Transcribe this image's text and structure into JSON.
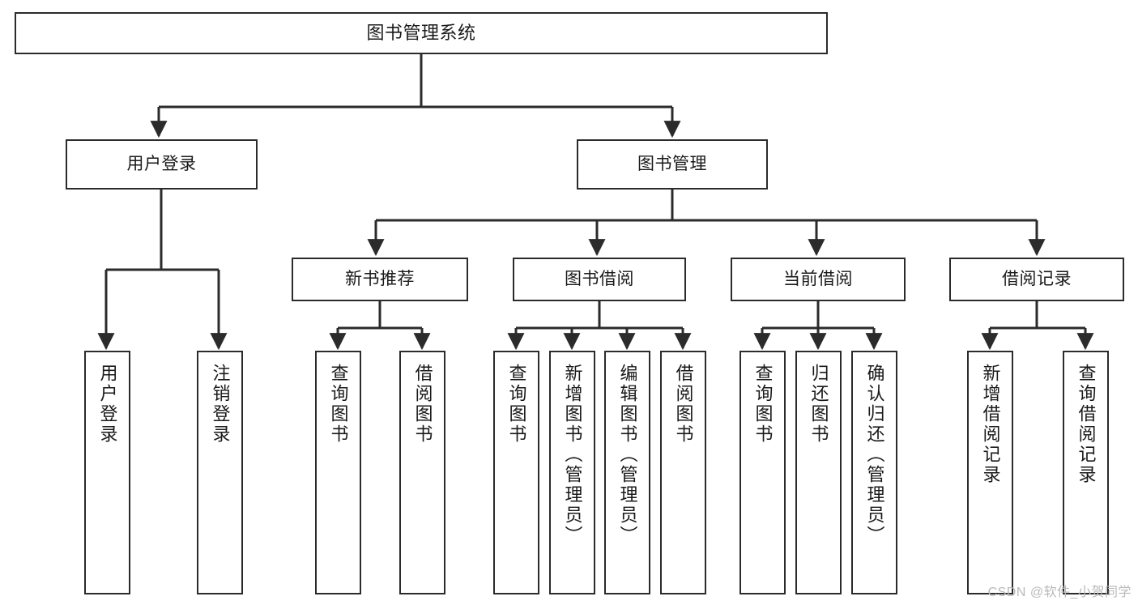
{
  "diagram": {
    "title": "图书管理系统",
    "orientation": "top-down-tree",
    "background_color": "#ffffff",
    "node_border_color": "#2b2b2b",
    "edge_color": "#2b2b2b",
    "text_color": "#1a1a1a",
    "levels": {
      "root": [
        "图书管理系统"
      ],
      "level_2": [
        "用户登录",
        "图书管理"
      ],
      "level_3": [
        "新书推荐",
        "图书借阅",
        "当前借阅",
        "借阅记录"
      ],
      "leaves": [
        "用户登录",
        "注销登录",
        "查询图书",
        "借阅图书",
        "查询图书",
        "新增图书（管理员）",
        "编辑图书（管理员）",
        "借阅图书",
        "查询图书",
        "归还图书",
        "确认归还（管理员）",
        "新增借阅记录",
        "查询借阅记录"
      ]
    },
    "nodes": {
      "root": {
        "label": "图书管理系统"
      },
      "user_login": {
        "label": "用户登录"
      },
      "book_manage": {
        "label": "图书管理"
      },
      "new_book_rec": {
        "label": "新书推荐"
      },
      "book_borrow": {
        "label": "图书借阅"
      },
      "current_borrow": {
        "label": "当前借阅"
      },
      "borrow_record": {
        "label": "借阅记录"
      },
      "leaf_user_login": {
        "label": "用户登录"
      },
      "leaf_logout": {
        "label": "注销登录"
      },
      "leaf_query_book_1": {
        "label": "查询图书"
      },
      "leaf_borrow_book_1": {
        "label": "借阅图书"
      },
      "leaf_query_book_2": {
        "label": "查询图书"
      },
      "leaf_add_book": {
        "label": "新增图书（管理员）"
      },
      "leaf_edit_book": {
        "label": "编辑图书（管理员）"
      },
      "leaf_borrow_book_2": {
        "label": "借阅图书"
      },
      "leaf_query_book_3": {
        "label": "查询图书"
      },
      "leaf_return_book": {
        "label": "归还图书"
      },
      "leaf_confirm_return": {
        "label": "确认归还（管理员）"
      },
      "leaf_add_record": {
        "label": "新增借阅记录"
      },
      "leaf_query_record": {
        "label": "查询借阅记录"
      }
    },
    "edges": [
      {
        "from": "root",
        "to": "user_login"
      },
      {
        "from": "root",
        "to": "book_manage"
      },
      {
        "from": "user_login",
        "to": "leaf_user_login"
      },
      {
        "from": "user_login",
        "to": "leaf_logout"
      },
      {
        "from": "book_manage",
        "to": "new_book_rec"
      },
      {
        "from": "book_manage",
        "to": "book_borrow"
      },
      {
        "from": "book_manage",
        "to": "current_borrow"
      },
      {
        "from": "book_manage",
        "to": "borrow_record"
      },
      {
        "from": "new_book_rec",
        "to": "leaf_query_book_1"
      },
      {
        "from": "new_book_rec",
        "to": "leaf_borrow_book_1"
      },
      {
        "from": "book_borrow",
        "to": "leaf_query_book_2"
      },
      {
        "from": "book_borrow",
        "to": "leaf_add_book"
      },
      {
        "from": "book_borrow",
        "to": "leaf_edit_book"
      },
      {
        "from": "book_borrow",
        "to": "leaf_borrow_book_2"
      },
      {
        "from": "current_borrow",
        "to": "leaf_query_book_3"
      },
      {
        "from": "current_borrow",
        "to": "leaf_return_book"
      },
      {
        "from": "current_borrow",
        "to": "leaf_confirm_return"
      },
      {
        "from": "borrow_record",
        "to": "leaf_add_record"
      },
      {
        "from": "borrow_record",
        "to": "leaf_query_record"
      }
    ]
  },
  "watermark": {
    "text": "CSDN @软件_小贺同学",
    "color": "#b9b9b9"
  }
}
